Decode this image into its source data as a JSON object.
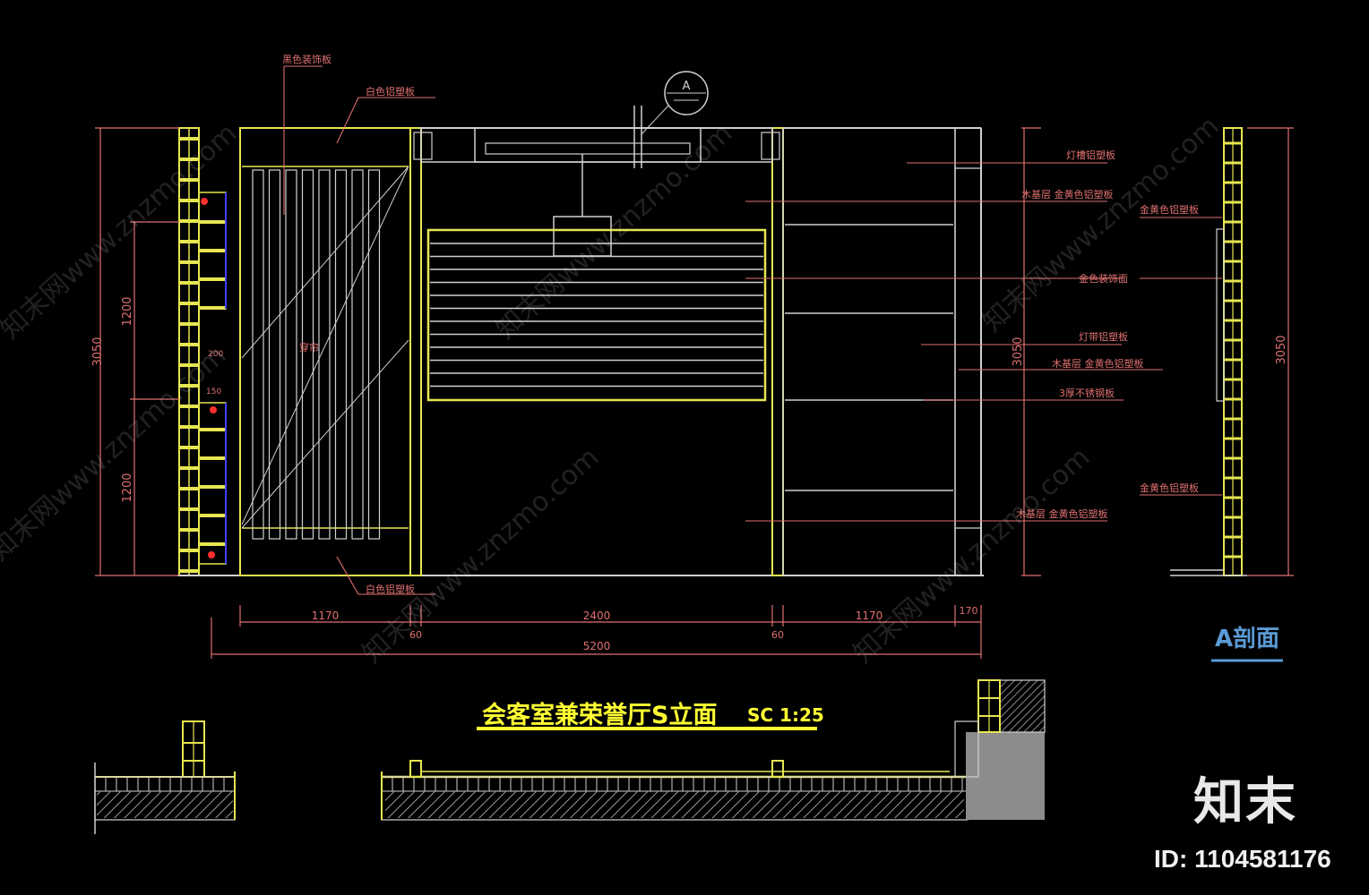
{
  "drawing": {
    "title": "会客室兼荣誉厅S立面",
    "scale": "SC 1:25",
    "section_tag": "A",
    "section_title": "A剖面"
  },
  "labels": {
    "top_left_1": "黑色装饰板",
    "top_left_2": "白色铝塑板",
    "bottom_left": "白色铝塑板",
    "center_panel": "穿帘",
    "right_1": "灯槽铝塑板",
    "right_2": "木基层  金黄色铝塑板",
    "right_3": "金色装饰面",
    "right_4": "灯带铝塑板",
    "right_5": "木基层  金黄色铝塑板",
    "right_6": "3厚不锈钢板",
    "right_7": "木基层  金黄色铝塑板",
    "section_1": "金黄色铝塑板",
    "section_2": "金黄色铝塑板"
  },
  "dimensions": {
    "left_height": "3050",
    "left_upper": "1200",
    "left_lower": "1200",
    "small_1": "200",
    "small_2": "150",
    "right_height": "3050",
    "section_height": "3050",
    "seg_1": "1170",
    "seg_2": "60",
    "seg_3": "2400",
    "seg_4": "60",
    "seg_5": "1170",
    "seg_6": "170",
    "total": "5200"
  },
  "watermark": {
    "text": "知末网www.znzmo.com",
    "brand": "知末",
    "image_id": "ID: 1104581176"
  },
  "colors": {
    "background": "#000000",
    "wall": "#e6e650",
    "outline": "#d0d0d0",
    "dimension": "#e07070",
    "leader": "#e07070",
    "annotation": "#e07070",
    "title": "#ffff33",
    "section_title": "#5a9bd5",
    "blue": "#4040ff"
  }
}
